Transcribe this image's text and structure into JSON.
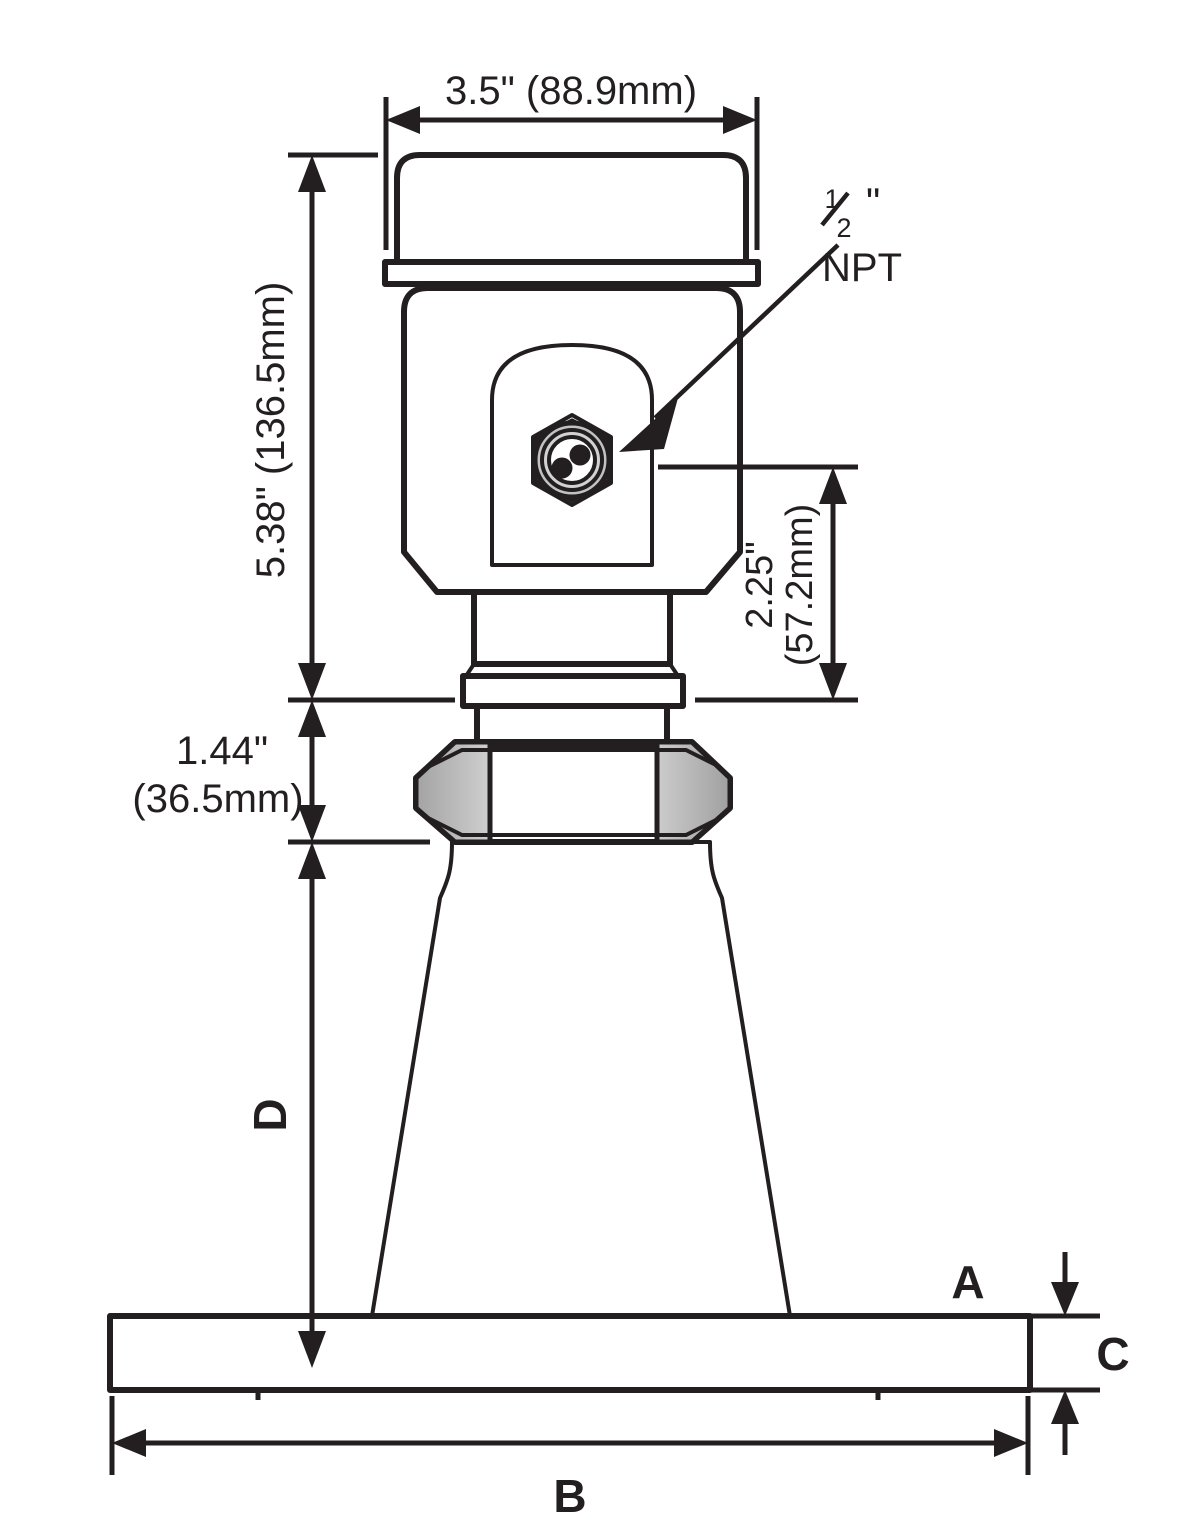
{
  "drawing": {
    "title": "Radar Level Sensor Dimensional Drawing",
    "type": "technical-dimensional-drawing",
    "colors": {
      "line": "#231f20",
      "background": "#ffffff",
      "metal_light": "#f2f2f2",
      "metal_mid": "#c9c9c9",
      "metal_dark": "#a8a8a8"
    }
  },
  "dimensions": {
    "top_width": {
      "label": "3.5\" (88.9mm)",
      "inches": "3.5\"",
      "mm": "(88.9mm)",
      "orientation": "horizontal",
      "applies_to": "enclosure-top-diameter"
    },
    "overall_height": {
      "label": "5.38\" (136.5mm)",
      "inches": "5.38\"",
      "mm": "(136.5mm)",
      "orientation": "vertical-rotated",
      "applies_to": "enclosure-height"
    },
    "conduit_height": {
      "line1": "2.25\"",
      "line2": "(57.2mm)",
      "orientation": "vertical-rotated",
      "applies_to": "npt-port-to-process-connection"
    },
    "lower_height": {
      "line1": "1.44\"",
      "line2": "(36.5mm)",
      "orientation": "horizontal",
      "applies_to": "process-connection-height"
    }
  },
  "callouts": [
    {
      "name": "npt-port",
      "line1": "½\"",
      "line2": "NPT",
      "fraction_numerator": "1",
      "fraction_denominator": "2",
      "inch_mark": "\"",
      "points_to": "electrical-connector"
    }
  ],
  "letter_labels": [
    {
      "id": "A",
      "label": "A",
      "describes": "flange-outer-face"
    },
    {
      "id": "B",
      "label": "B",
      "describes": "flange-outside-diameter"
    },
    {
      "id": "C",
      "label": "C",
      "describes": "flange-thickness"
    },
    {
      "id": "D",
      "label": "D",
      "describes": "horn-extension-length"
    }
  ],
  "components": [
    {
      "name": "enclosure-cap",
      "description": "rounded top housing cap"
    },
    {
      "name": "enclosure-body",
      "description": "octagonal transmitter housing"
    },
    {
      "name": "connector-boss",
      "description": "raised cylindrical boss"
    },
    {
      "name": "electrical-connector",
      "description": "hex connector with two pins"
    },
    {
      "name": "neck",
      "description": "cylindrical neck below housing"
    },
    {
      "name": "collar",
      "description": "raised collar ring"
    },
    {
      "name": "hex-nut",
      "description": "process connection hex nut"
    },
    {
      "name": "horn-antenna",
      "description": "conical horn antenna"
    },
    {
      "name": "flange",
      "description": "mounting flange plate"
    },
    {
      "name": "gasket",
      "description": "flange gasket line"
    }
  ]
}
